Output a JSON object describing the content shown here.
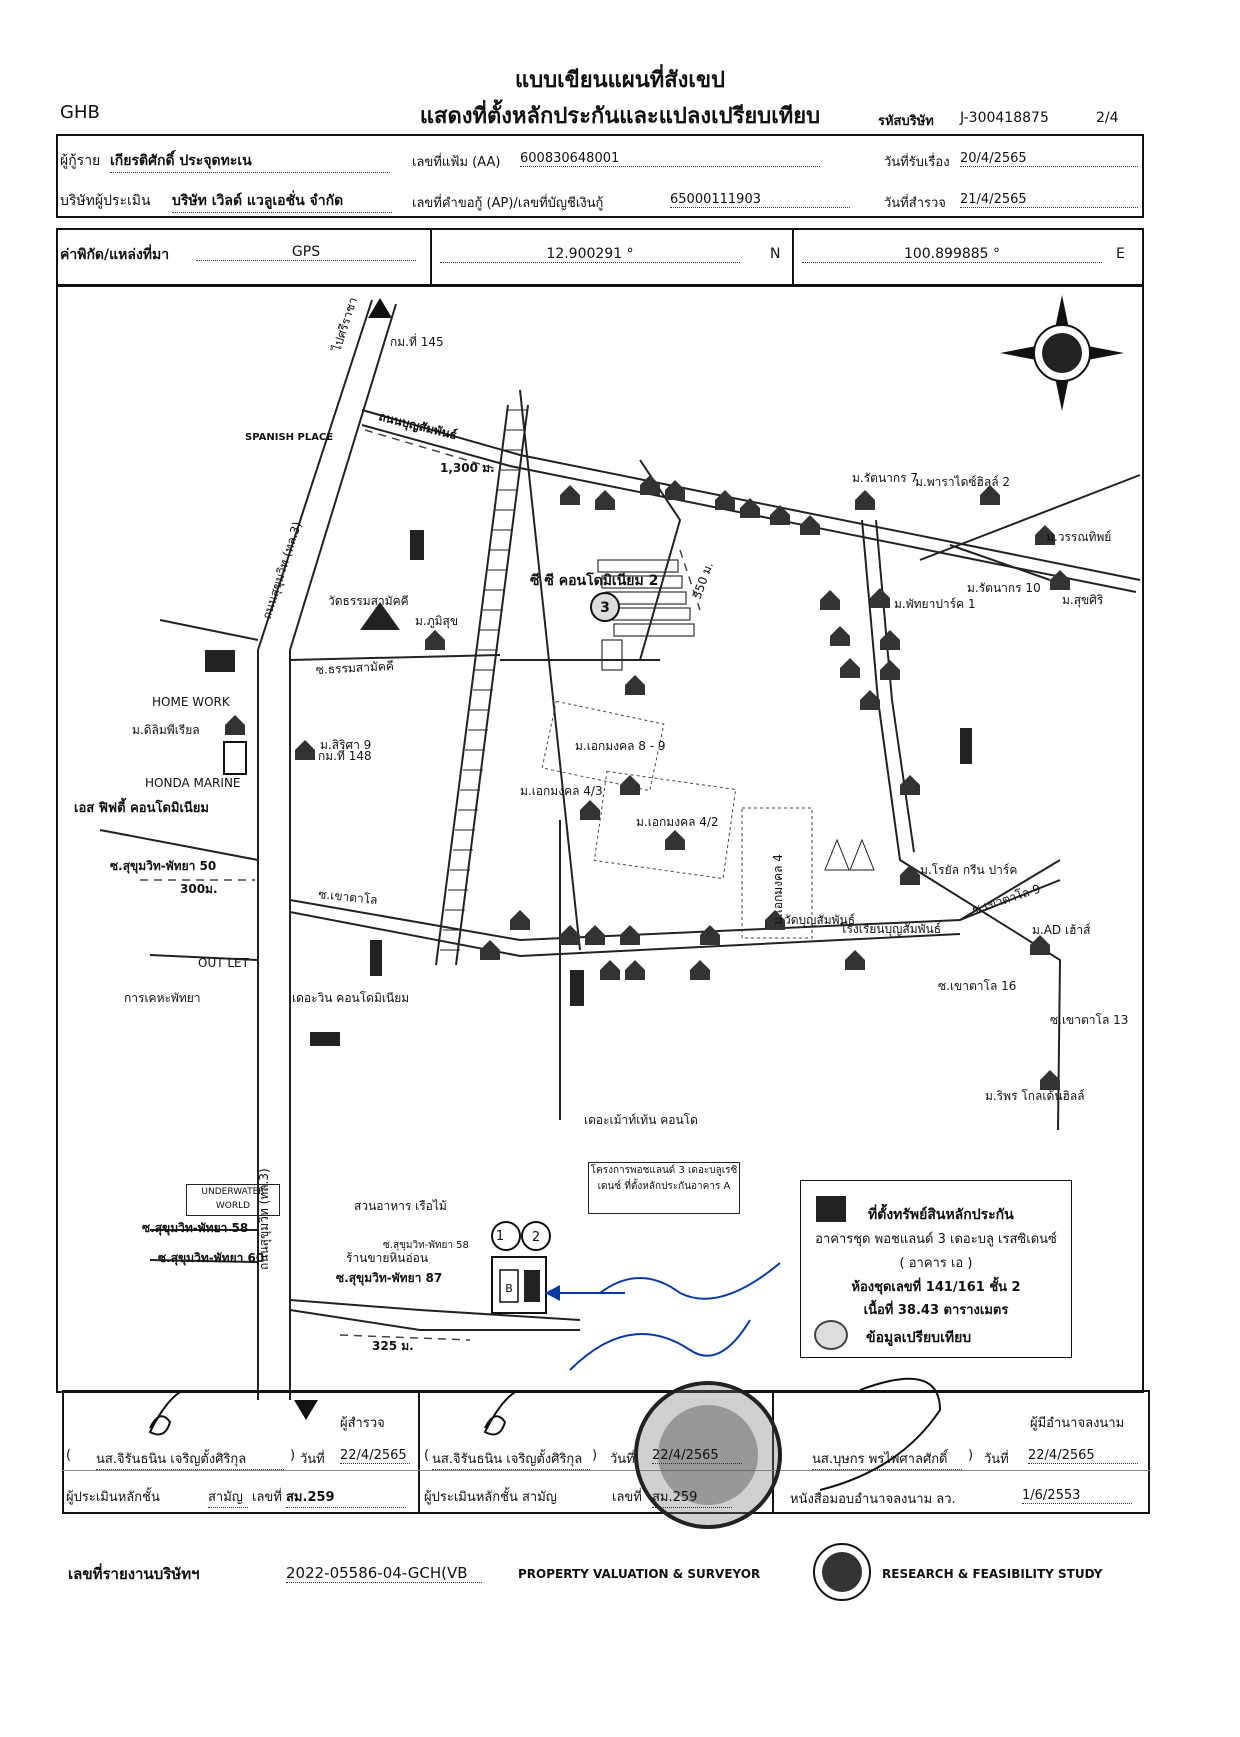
{
  "header": {
    "title1": "แบบเขียนแผนที่สังเขป",
    "title2": "แสดงที่ตั้งหลักประกันและแปลงเปรียบเทียบ",
    "org": "GHB",
    "company_code_label": "รหัสบริษัท",
    "company_code": "J-300418875",
    "page": "2/4"
  },
  "info": {
    "borrower_label": "ผู้กู้ราย",
    "borrower": "เกียรติศักดิ์ ประจุดทะเน",
    "file_label": "เลขที่แฟ้ม (AA)",
    "file_no": "600830648001",
    "received_label": "วันที่รับเรื่อง",
    "received": "20/4/2565",
    "appraiser_co_label": "บริษัทผู้ประเมิน",
    "appraiser_co": "บริษัท เวิลด์ แวลูเอชั่น จำกัด",
    "request_label": "เลขที่คำขอกู้ (AP)/เลขที่บัญชีเงินกู้",
    "request_no": "65000111903",
    "survey_label": "วันที่สำรวจ",
    "survey": "21/4/2565"
  },
  "coords": {
    "label": "ค่าพิกัด/แหล่งที่มา",
    "source": "GPS",
    "lat": "12.900291 °",
    "lat_dir": "N",
    "lon": "100.899885 °",
    "lon_dir": "E"
  },
  "map": {
    "labels": {
      "km145": "กม.ที่ 145",
      "km148": "กม.ที่ 148",
      "chaiyaphruek": "ไปศรีราชา",
      "bunsamphan_road": "ถนนบุญสัมพันธ์",
      "sukhumvit_road": "ถนนสุขุมวิท (ทล.3)",
      "sukhumvit_road2": "ถนนสุขุมวิท (ทล.3)",
      "spanish": "SPANISH PLACE",
      "d1300": "1,300 ม.",
      "d350": "350 ม.",
      "d300": "300ม.",
      "d325": "325 ม.",
      "cc2": "ซี ซี คอนโดมิเนียม 2",
      "wat_tham": "วัดธรรมสามัคคี",
      "soi_tham": "ซ.ธรรมสามัคคี",
      "homework": "HOME WORK",
      "honda": "HONDA MARINE",
      "elimb": "ม.ดิลิมพีเรียล",
      "es": "เอส ฟิฟตี้ คอนโดมิเนียม",
      "soi50": "ซ.สุขุมวิท-พัทยา 50",
      "soi58": "ซ.สุขุมวิท-พัทยา 58",
      "soi60": "ซ.สุขุมวิท-พัทยา 60",
      "soi87": "ซ.สุขุมวิท-พัทยา 87",
      "khaotalo": "ซ.เขาตาโล",
      "outlet": "OUT LET",
      "tesco": "การเคหะพัทยา",
      "tewin": "เดอะวิน คอนโดมิเนียม",
      "ekmongkol": "ม.เอกมงคล 8 - 9",
      "ek43": "ม.เอกมงคล 4/3",
      "ek42": "ม.เอกมงคล 4/2",
      "ek4": "ม.เอกมงคล 4",
      "wat_bun": "วัดบุญสัมพันธ์",
      "school": "โรงเรียนบุญสัมพันธ์",
      "royal": "ม.โรยัล กรีน ปาร์ค",
      "ad": "ม.AD เฮ้าส์",
      "kt9": "ซ.เขาตาโล 9",
      "kt16": "ซ.เขาตาโล 16",
      "kt13": "ซ.เขาตาโล 13",
      "ripr": "ม.ริพร โกลเด้นฮิลล์",
      "ratanakorn7": "ม.รัตนากร 7",
      "ratanakorn10": "ม.รัตนากร 10",
      "pattaya_park": "ม.พัทยาปาร์ค 1",
      "suksiri": "ม.สุขศิริ",
      "wanasap": "ม.วรรณทิพย์",
      "parkhill": "ม.พาราไดซ์ฮิลล์ 2",
      "sirisa": "ม.สิริศา 9",
      "phumisuk": "ม.ภูมิสุข",
      "moved": "เดอะเม้าท์เท้น คอนโด",
      "underwater": "UNDERWATER WORLD",
      "restaurant": "สวนอาหาร เรือไม้",
      "shop": "ร้านขายหินอ่อน",
      "project_note": "โครงการพอชแลนด์ 3 เดอะบลูเรซิเดนซ์ ที่ตั้งหลักประกันอาคาร A",
      "marker1": "1",
      "marker2": "2",
      "marker3": "3",
      "bldg_b": "B"
    }
  },
  "legend": {
    "collateral": "ที่ตั้งทรัพย์สินหลักประกัน",
    "line1": "อาคารชุด พอชแลนด์ 3 เดอะบลู เรสซิเดนซ์",
    "line2": "( อาคาร เอ )",
    "line3": "ห้องชุดเลขที่ 141/161 ชั้น 2",
    "line4": "เนื้อที่ 38.43 ตารางเมตร",
    "compare": "ข้อมูลเปรียบเทียบ"
  },
  "signatures": {
    "surveyor_label": "ผู้สำรวจ",
    "surveyor_name": "นส.จิรันธนิน เจริญตั้งศิริกุล",
    "date_label": "วันที่",
    "surveyor_date": "22/4/2565",
    "appraiser_name": "นส.จิรันธนิน เจริญตั้งศิริกุล",
    "appraiser_date": "22/4/2565",
    "approver_label": "ผู้มีอำนาจลงนาม",
    "approver_name": "นส.บุษกร พรไพศาลศักดิ์",
    "approver_date": "22/4/2565",
    "level_label": "ผู้ประเมินหลักชั้น",
    "level": "สามัญ",
    "no_label": "เลขที่",
    "no": "สม.259",
    "level2_label": "ผู้ประเมินหลักชั้น สามัญ",
    "no2_label": "เลขที่",
    "no2": "สม.259",
    "authority_label": "หนังสือมอบอำนาจลงนาม ลว.",
    "authority_date": "1/6/2553"
  },
  "footer": {
    "report_label": "เลขที่รายงานบริษัทฯ",
    "report_no": "2022-05586-04-GCH(VB",
    "center": "PROPERTY VALUATION & SURVEYOR",
    "right": "RESEARCH & FEASIBILITY STUDY"
  }
}
